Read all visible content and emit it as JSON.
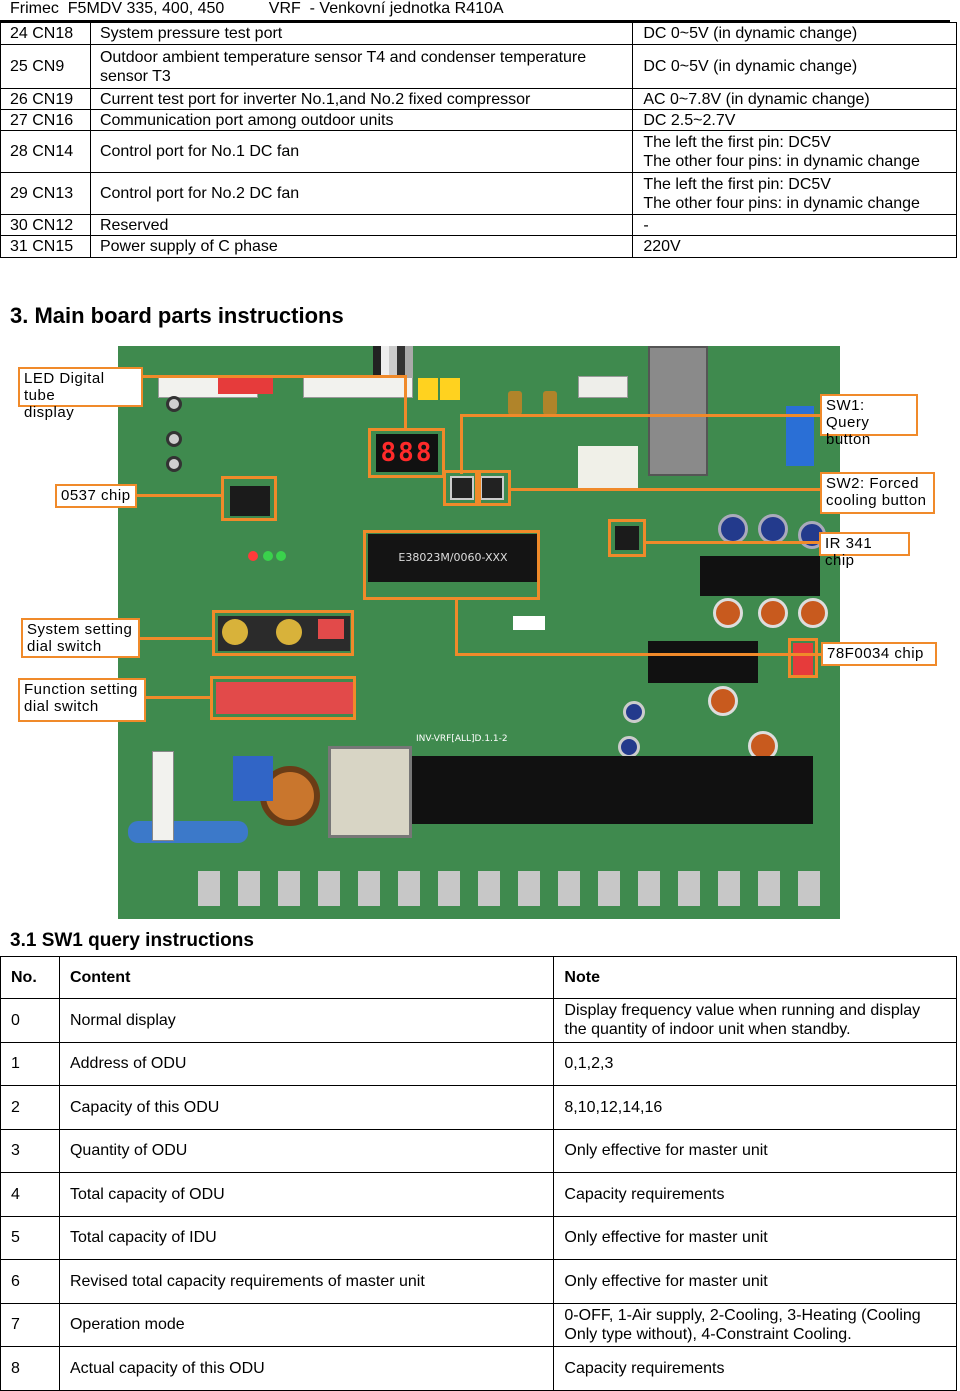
{
  "header": {
    "title": "Frimec  F5MDV 335, 400, 450          VRF  - Venkovní jednotka R410A"
  },
  "pin_table": {
    "rows": [
      {
        "no": "24 CN18",
        "desc": "System pressure test port",
        "value": "DC 0~5V (in dynamic change)"
      },
      {
        "no": "25 CN9",
        "desc": "Outdoor ambient temperature sensor T4    and condenser temperature sensor T3",
        "value": "DC 0~5V (in dynamic change)"
      },
      {
        "no": "26 CN19",
        "desc": "Current test port for inverter No.1,and No.2 fixed compressor",
        "value": "AC 0~7.8V (in dynamic change)"
      },
      {
        "no": "27 CN16",
        "desc": "Communication port among outdoor units",
        "value": "DC 2.5~2.7V"
      },
      {
        "no": "28 CN14",
        "desc": "Control port for No.1 DC fan",
        "value": "The left the first pin: DC5V\nThe other four pins: in dynamic change"
      },
      {
        "no": "29 CN13",
        "desc": "Control port for No.2 DC fan",
        "value": "The left the first pin: DC5V\nThe other four pins: in dynamic change"
      },
      {
        "no": "30 CN12",
        "desc": "Reserved",
        "value": "-"
      },
      {
        "no": "31 CN15",
        "desc": "Power supply of C phase",
        "value": "220V"
      }
    ]
  },
  "section": {
    "title": "3. Main board parts instructions"
  },
  "board": {
    "silkscreen": "INV-VRF[ALL]D.1.1-2",
    "chip_marking": "E38023M/0060-XXX",
    "callouts": {
      "led": "LED Digital tube\ndisplay",
      "sw1": "SW1: Query\nbutton",
      "chip0537": "0537 chip",
      "sw2": "SW2: Forced\ncooling button",
      "ir341": "IR 341 chip",
      "system_dial": "System setting\ndial switch",
      "chip78f": "78F0034 chip",
      "function_dial": "Function setting\ndial switch"
    },
    "led_digits": "888"
  },
  "subsection": {
    "title": "3.1 SW1 query instructions"
  },
  "query_table": {
    "headers": {
      "no": "No.",
      "content": "Content",
      "note": "Note"
    },
    "rows": [
      {
        "no": "0",
        "content": "Normal display",
        "note": "Display frequency value when running and display the quantity of indoor unit when standby."
      },
      {
        "no": "1",
        "content": "Address of ODU",
        "note": "0,1,2,3"
      },
      {
        "no": "2",
        "content": "Capacity of this ODU",
        "note": "8,10,12,14,16"
      },
      {
        "no": "3",
        "content": "Quantity of ODU",
        "note": "Only effective for master unit"
      },
      {
        "no": "4",
        "content": "Total capacity of ODU",
        "note": "Capacity requirements"
      },
      {
        "no": "5",
        "content": "Total capacity of IDU",
        "note": "Only effective for master unit"
      },
      {
        "no": "6",
        "content": "Revised total capacity requirements of master unit",
        "note": "Only effective for master unit"
      },
      {
        "no": "7",
        "content": "Operation mode",
        "note": "0-OFF, 1-Air supply, 2-Cooling, 3-Heating (Cooling Only type without), 4-Constraint Cooling."
      },
      {
        "no": "8",
        "content": "Actual capacity of this ODU",
        "note": "Capacity requirements"
      }
    ]
  },
  "colors": {
    "board_green": "#3f8a4e",
    "callout_orange": "#f08a2a",
    "led_red": "#ff2a2a"
  }
}
